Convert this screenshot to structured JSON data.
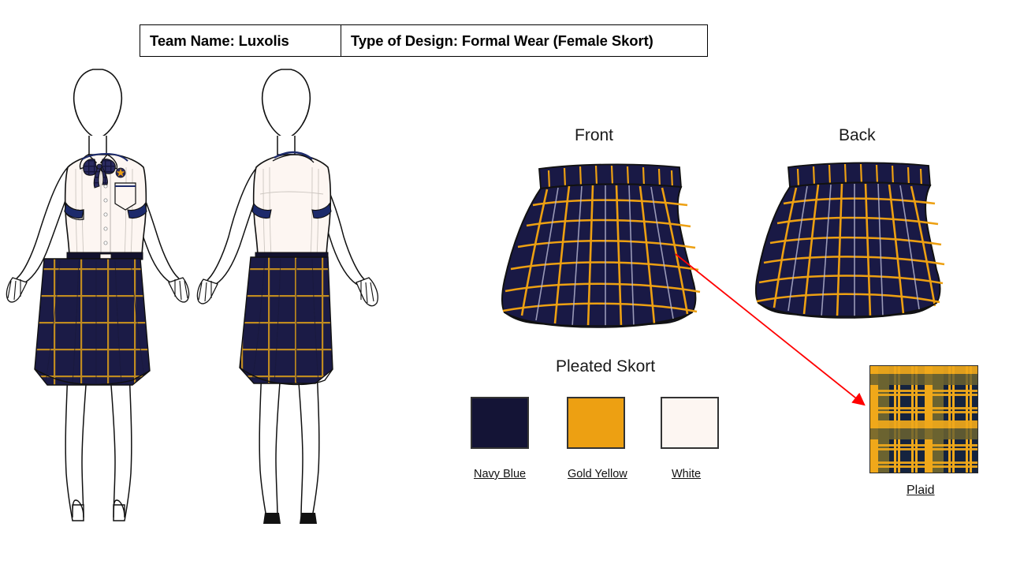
{
  "header": {
    "columns": [
      {
        "label": "Team Name: Luxolis"
      },
      {
        "label": "Type of Design: Formal Wear (Female Skort)"
      }
    ]
  },
  "labels": {
    "front": "Front",
    "back": "Back",
    "pleated_skort": "Pleated Skort",
    "plaid": "Plaid"
  },
  "swatches": [
    {
      "name": "Navy Blue",
      "hex": "#141436"
    },
    {
      "name": "Gold Yellow",
      "hex": "#eda012"
    },
    {
      "name": "White",
      "hex": "#fdf6f2"
    }
  ],
  "palette": {
    "navy": "#141436",
    "navy_dark": "#0d0d28",
    "gold": "#eda012",
    "gold_dark": "#c98a10",
    "white": "#fdf6f2",
    "outline": "#111111",
    "arrow": "#ff0000",
    "plaid_navy": "#15243f",
    "plaid_navy_dark": "#0f1c33",
    "plaid_gold": "#f0a81a"
  },
  "figures": [
    {
      "view": "front",
      "garment": "white blouse with navy trim, plaid bow tie, crest emblem, navy plaid pleated skirt"
    },
    {
      "view": "back",
      "garment": "white blouse back with navy collar and cuff trim, navy plaid pleated skirt"
    }
  ],
  "skirts": [
    {
      "view": "front",
      "description": "navy plaid pleated skort front with waistband"
    },
    {
      "view": "back",
      "description": "navy plaid pleated skort back with waistband"
    }
  ],
  "annotation": {
    "arrow": "red-arrow-from-skort-to-plaid-swatch"
  }
}
